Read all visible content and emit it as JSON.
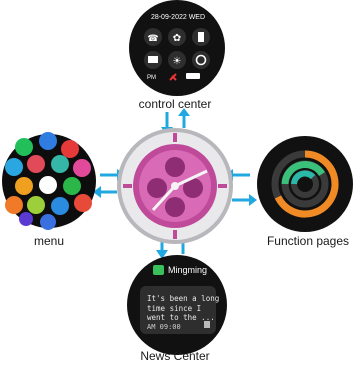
{
  "labels": {
    "control_center": "control center",
    "menu": "menu",
    "function_pages": "Function pages",
    "news_center": "News Center"
  },
  "control_center": {
    "date": "28-09-2022",
    "weekday": "WED",
    "period": "PM",
    "icons": [
      "phone-icon",
      "settings-icon",
      "flashlight-icon",
      "card-icon",
      "brightness-icon",
      "steering-icon",
      "link-icon",
      "battery-icon"
    ]
  },
  "news_center": {
    "app_name": "Mingming",
    "message": "It's been a long time since I went to the ...",
    "time": "AM 09:00"
  },
  "colors": {
    "arrow": "#21a8e0",
    "watch_face": "#c04a9a",
    "ring_orange": "#f08a24",
    "ring_green": "#3ac07a",
    "ring_teal": "#2bb8a8"
  }
}
